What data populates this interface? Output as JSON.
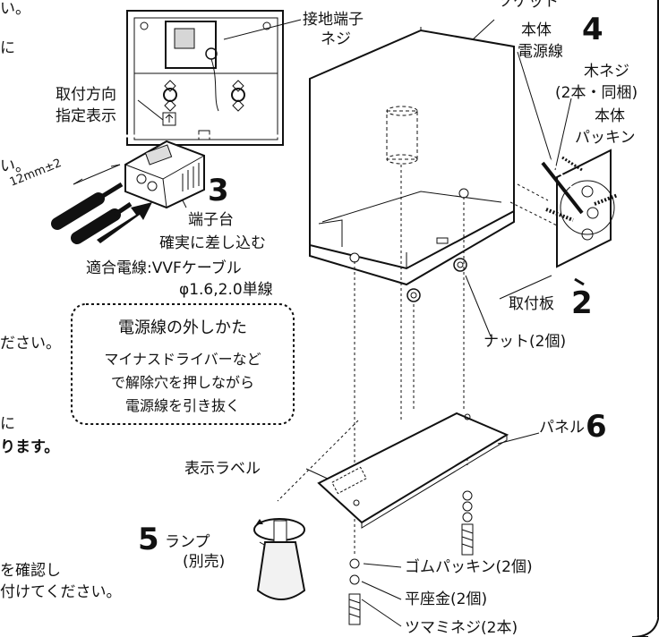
{
  "labels": {
    "partial_top": "い。",
    "partial_ni": "に",
    "partial_paren": "い。",
    "partial_dasai": "ださい。",
    "partial_ni2": "に",
    "partial_bold": "ります。",
    "partial_kakunin": "を確認し",
    "partial_tsuke": "付けてください。",
    "socket": "ソケット",
    "ground_terminal_line1": "接地端子",
    "ground_terminal_line2": "ネジ",
    "mount_direction_line1": "取付方向",
    "mount_direction_line2": "指定表示",
    "body": "本体",
    "power_line": "電源線",
    "wood_screw": "木ネジ",
    "wood_screw_qty": "(2本・同梱)",
    "body_packing_line1": "本体",
    "body_packing_line2": "パッキン",
    "strip_length": "12mm±2",
    "terminal_block": "端子台",
    "insert_firmly": "確実に差し込む",
    "wire_spec": "適合電線:VVFケーブル",
    "wire_dia": "φ1.6,2.0単線",
    "mount_plate": "取付板",
    "nut": "ナット(2個)",
    "panel": "パネル",
    "display_label": "表示ラベル",
    "lamp": "ランプ",
    "lamp_sold": "(別売)",
    "rubber_packing": "ゴムパッキン(2個)",
    "flat_washer": "平座金(2個)",
    "knob_screw": "ツマミネジ(2本)"
  },
  "callout": {
    "title": "電源線の外しかた",
    "line1": "マイナスドライバーなど",
    "line2": "で解除穴を押しながら",
    "line3": "電源線を引き抜く"
  },
  "steps": {
    "s2": "2",
    "s3": "3",
    "s4": "4",
    "s5": "5",
    "s6": "6"
  }
}
